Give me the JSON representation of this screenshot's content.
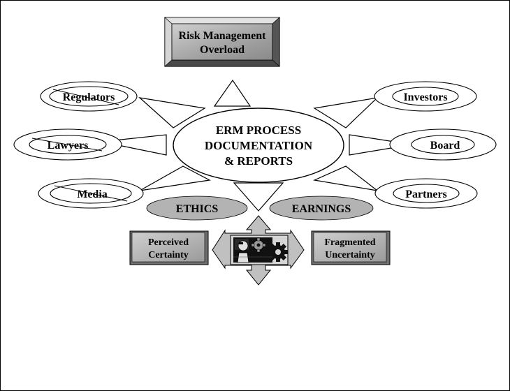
{
  "title_box": {
    "line1": "Risk Management",
    "line2": "Overload"
  },
  "center": {
    "line1": "ERM PROCESS",
    "line2": "DOCUMENTATION",
    "line3": "& REPORTS"
  },
  "stakeholders": {
    "regulators": "Regulators",
    "lawyers": "Lawyers",
    "media": "Media",
    "investors": "Investors",
    "board": "Board",
    "partners": "Partners"
  },
  "pills": {
    "ethics": "ETHICS",
    "earnings": "EARNINGS"
  },
  "side_boxes": {
    "left": {
      "line1": "Perceived",
      "line2": "Certainty"
    },
    "right": {
      "line1": "Fragmented",
      "line2": "Uncertainty"
    }
  },
  "icons": [
    "gear-icon",
    "gear-icon",
    "person-icon"
  ],
  "colors": {
    "box_fill": "#a6a6a6",
    "box_light": "#d9d9d9",
    "box_dark": "#6e6e6e",
    "pill_fill": "#b3b3b3",
    "arrow_fill": "#c0c0c0",
    "stroke": "#000000"
  }
}
